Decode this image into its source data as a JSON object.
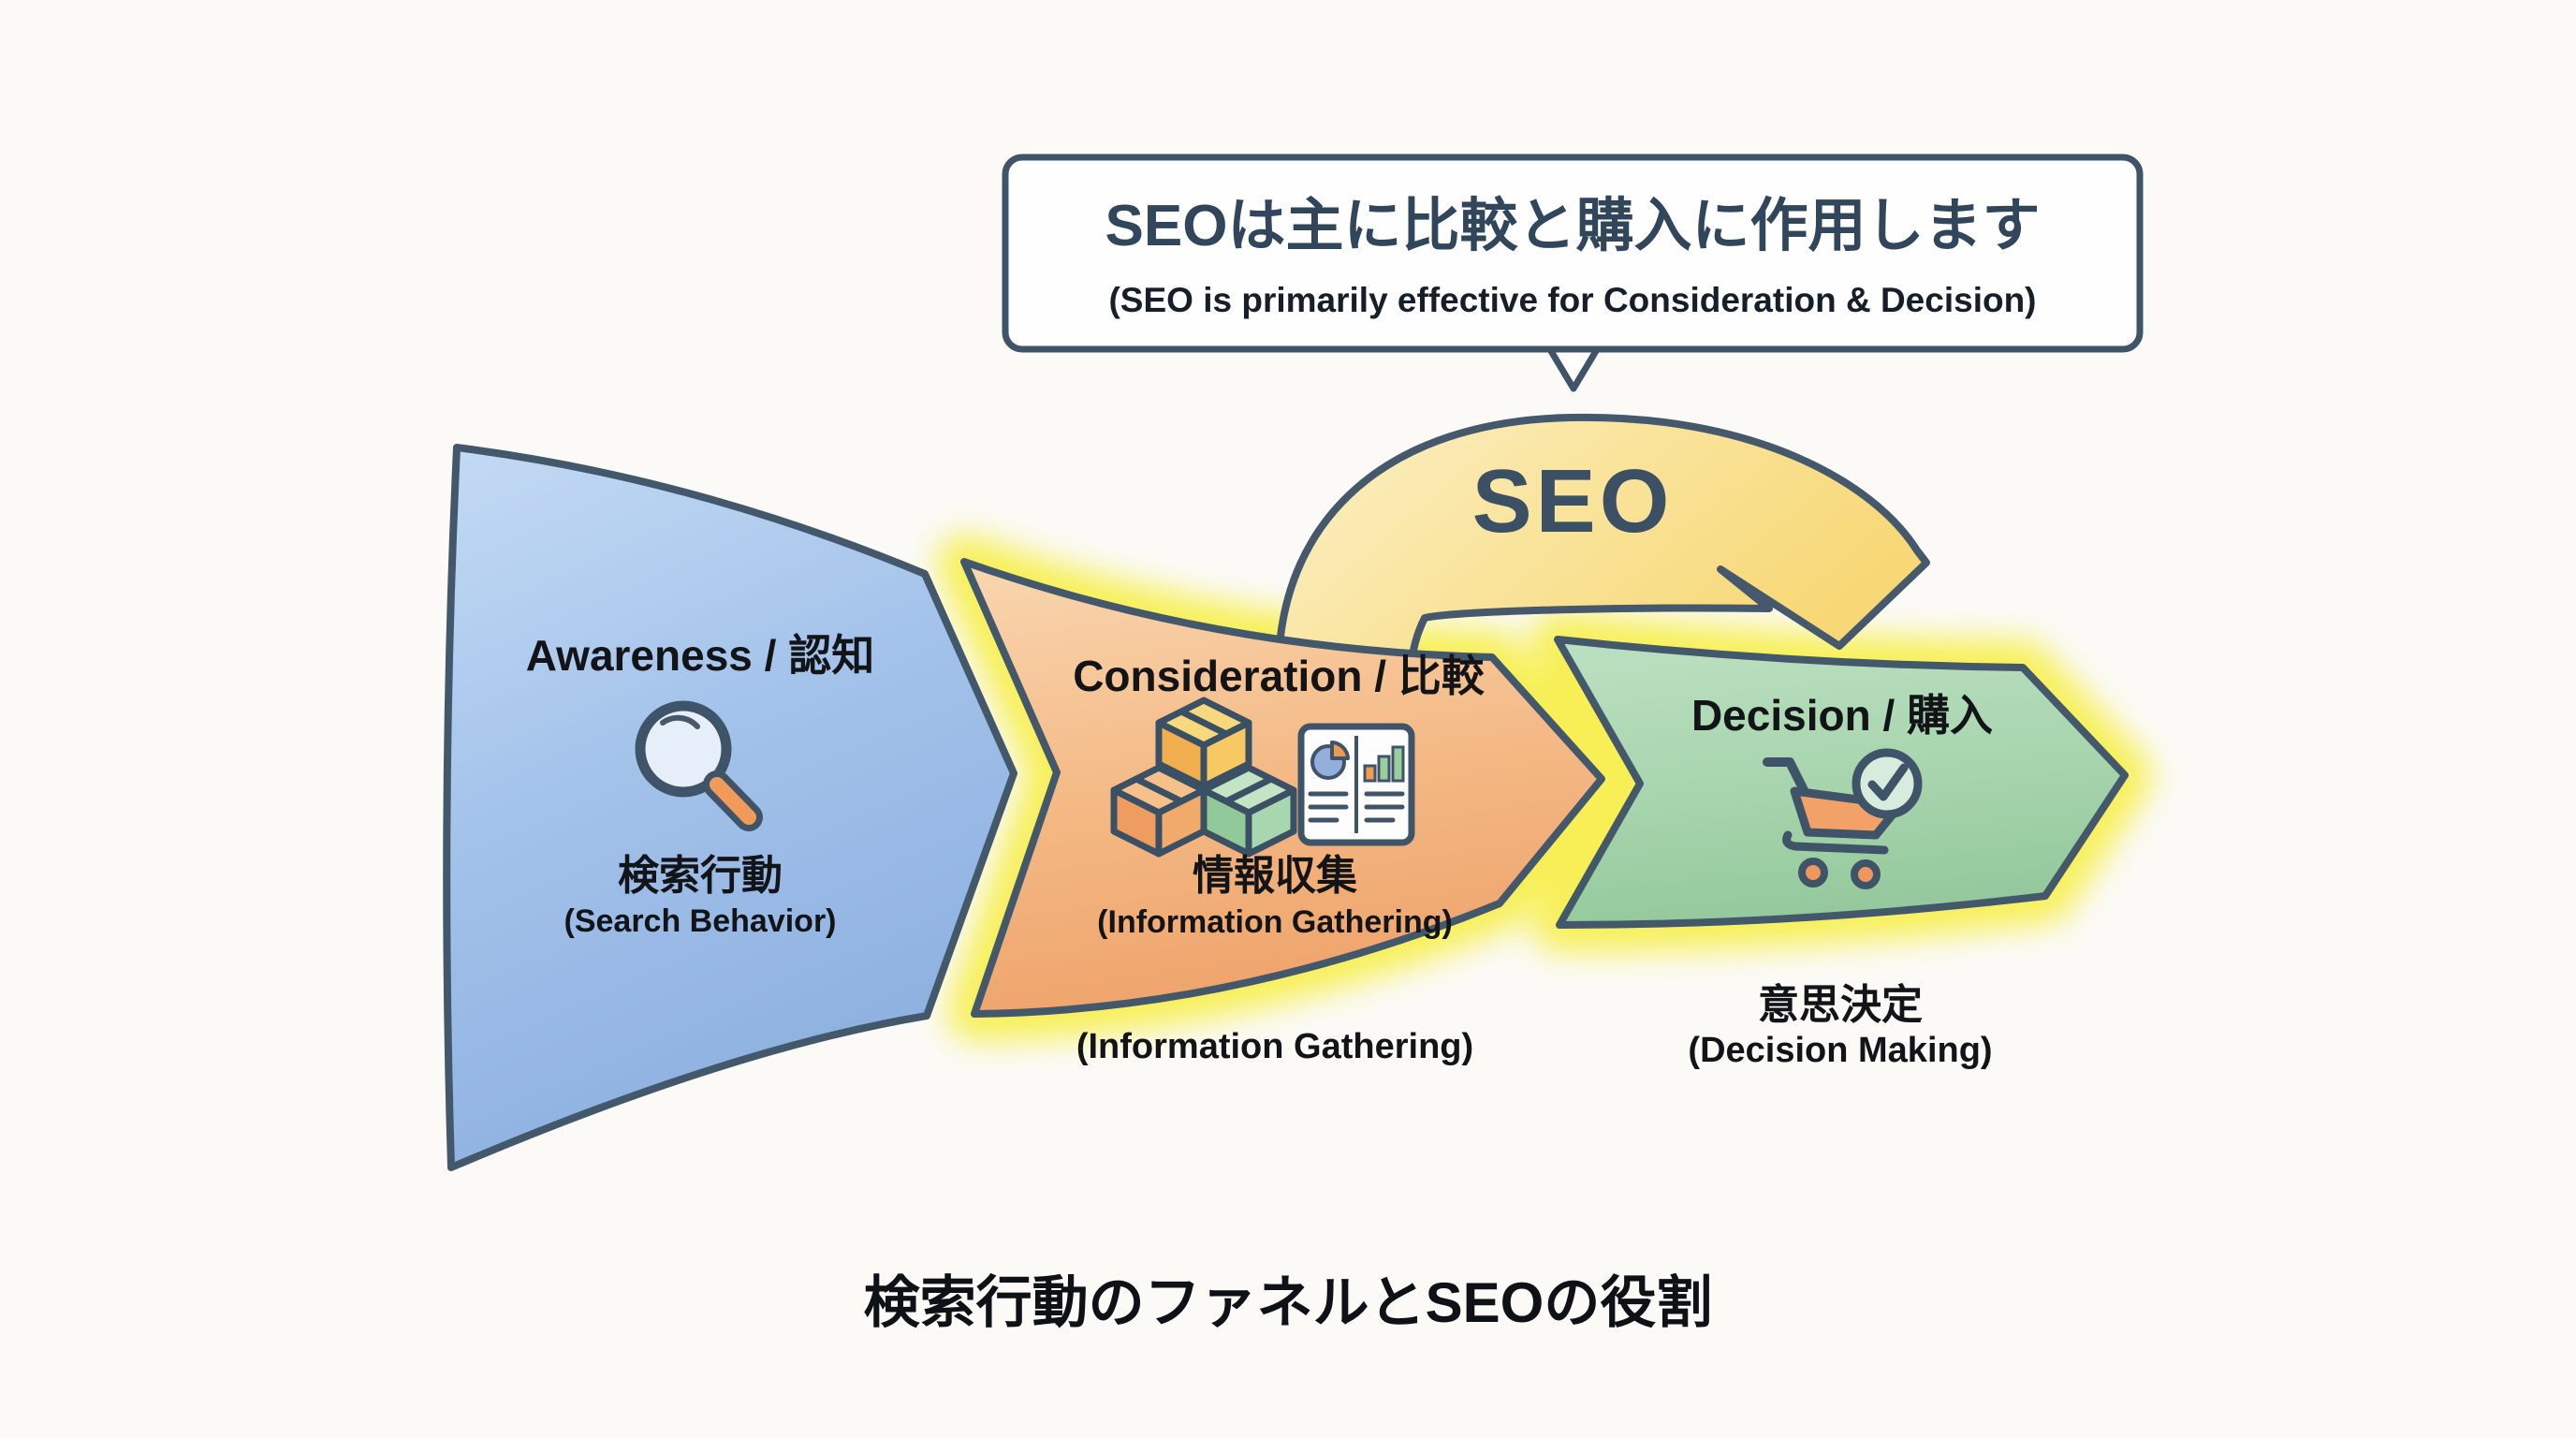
{
  "diagram_title": "検索行動のファネルとSEOの役割",
  "callout": {
    "title": "SEOは主に比較と購入に作用します",
    "subtitle": "(SEO is primarily effective for Consideration & Decision)"
  },
  "seo_arrow": {
    "label": "SEO"
  },
  "stages": [
    {
      "name": "Awareness / 認知",
      "jp_caption": "検索行動",
      "en_caption": "(Search Behavior)",
      "icon": "magnifier-icon",
      "fill": "#a9c6ec"
    },
    {
      "name": "Consideration / 比較",
      "jp_caption": "情報収集",
      "en_caption": "(Information Gathering)",
      "below_caption": "(Information Gathering)",
      "icons": "boxes-icon, report-icon",
      "fill": "#f3b67e"
    },
    {
      "name": "Decision / 購入",
      "icon": "cart-icon",
      "below_jp_caption": "意思決定",
      "below_en_caption": "(Decision Making)",
      "fill": "#a6d4ac"
    }
  ],
  "colors": {
    "outline": "#3f5468",
    "glow": "#f7ef4d",
    "arrow_fill_light": "#fbeec6",
    "arrow_fill_deep": "#f8d876",
    "background": "#fbfaf7"
  }
}
